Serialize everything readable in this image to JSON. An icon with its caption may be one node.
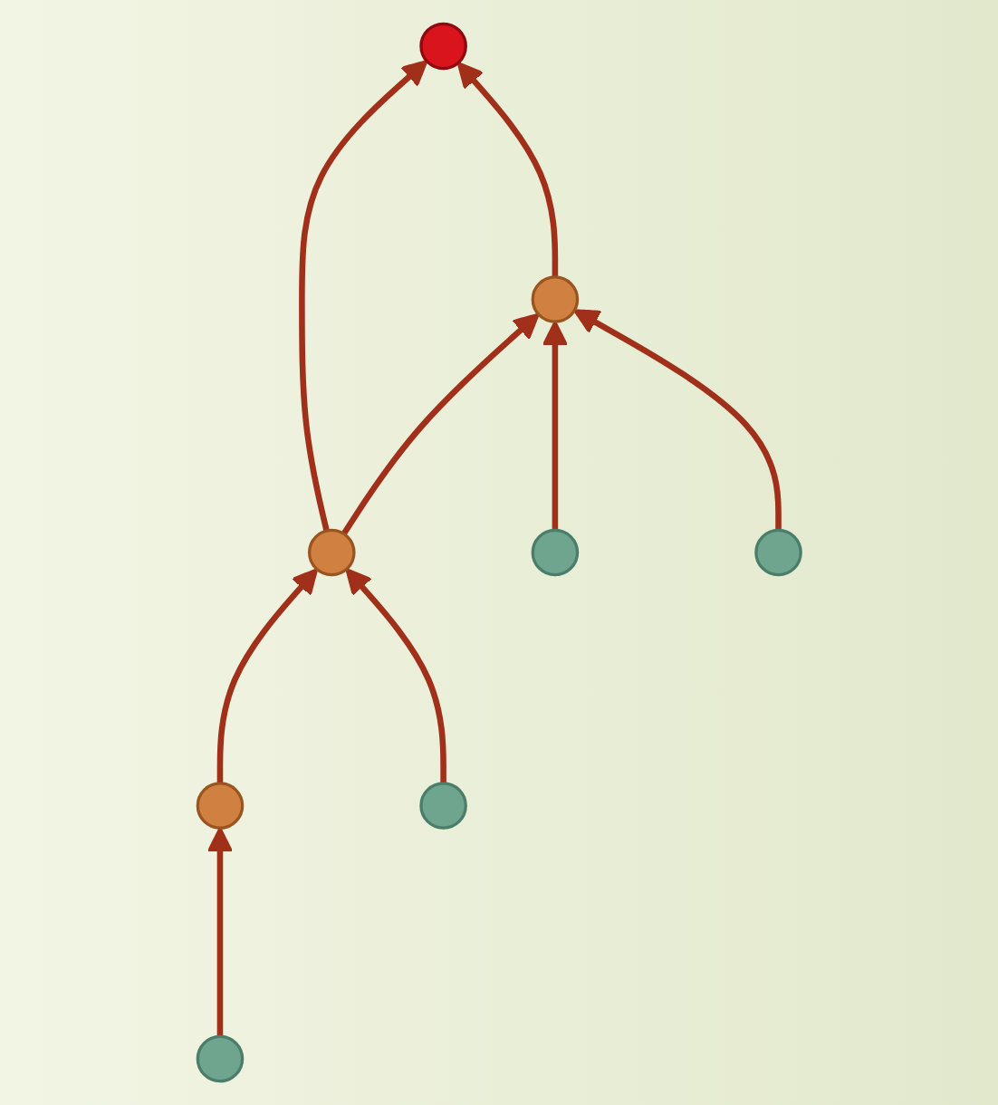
{
  "diagram": {
    "nodes": [
      {
        "text": [],
        "shape": "circle"
      },
      {
        "text": [],
        "shape": "circle"
      },
      {
        "text": [],
        "shape": "circle"
      },
      {
        "text": [],
        "shape": "circle"
      },
      {
        "text": [],
        "shape": "circle"
      },
      {
        "text": [],
        "shape": "circle"
      },
      {
        "text": [],
        "shape": "circle"
      },
      {
        "text": [],
        "shape": "circle"
      }
    ],
    "edges": [
      {
        "from": 1,
        "to": 0,
        "arrow": "to"
      },
      {
        "from": 2,
        "to": 0,
        "arrow": "to"
      },
      {
        "from": 2,
        "to": 1,
        "arrow": "to"
      },
      {
        "from": 3,
        "to": 2,
        "arrow": "to"
      },
      {
        "from": 4,
        "to": 1,
        "arrow": "to"
      },
      {
        "from": 5,
        "to": 1,
        "arrow": "to"
      },
      {
        "from": 6,
        "to": 3,
        "arrow": "to"
      },
      {
        "from": 7,
        "to": 2,
        "arrow": "to"
      }
    ]
  }
}
